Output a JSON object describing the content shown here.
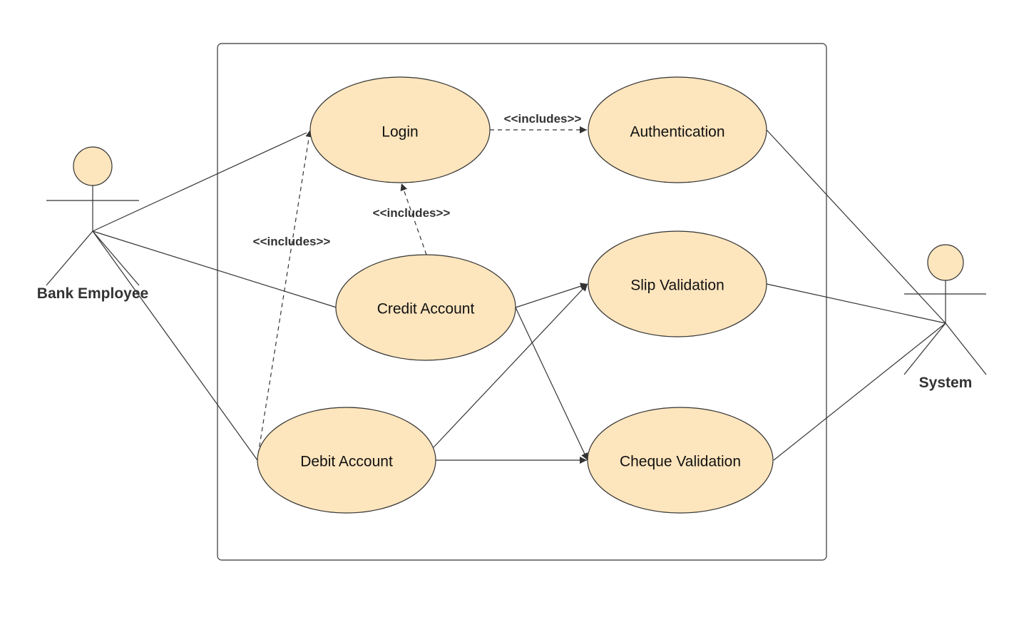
{
  "actors": {
    "bank_employee": "Bank Employee",
    "system": "System"
  },
  "use_cases": {
    "login": "Login",
    "authentication": "Authentication",
    "credit_account": "Credit Account",
    "slip_validation": "Slip Validation",
    "debit_account": "Debit Account",
    "cheque_validation": "Cheque Validation"
  },
  "relations": {
    "login_auth": "<<includes>>",
    "credit_login": "<<includes>>",
    "debit_login": "<<includes>>"
  },
  "colors": {
    "use_case_fill": "#FDE5BD",
    "stroke": "#333333"
  }
}
